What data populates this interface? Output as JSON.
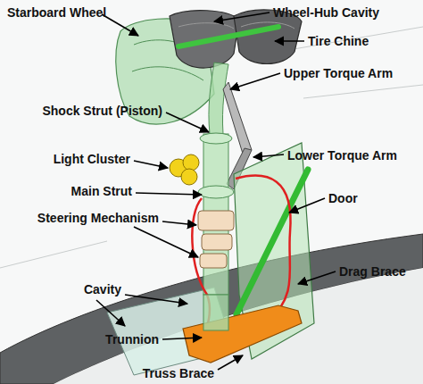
{
  "diagram": {
    "labels": [
      "Starboard Wheel",
      "Wheel-Hub Cavity",
      "Tire Chine",
      "Upper Torque Arm",
      "Shock Strut (Piston)",
      "Lower Torque Arm",
      "Light Cluster",
      "Main Strut",
      "Door",
      "Steering Mechanism",
      "Drag Brace",
      "Cavity",
      "Trunnion",
      "Truss Brace"
    ]
  }
}
